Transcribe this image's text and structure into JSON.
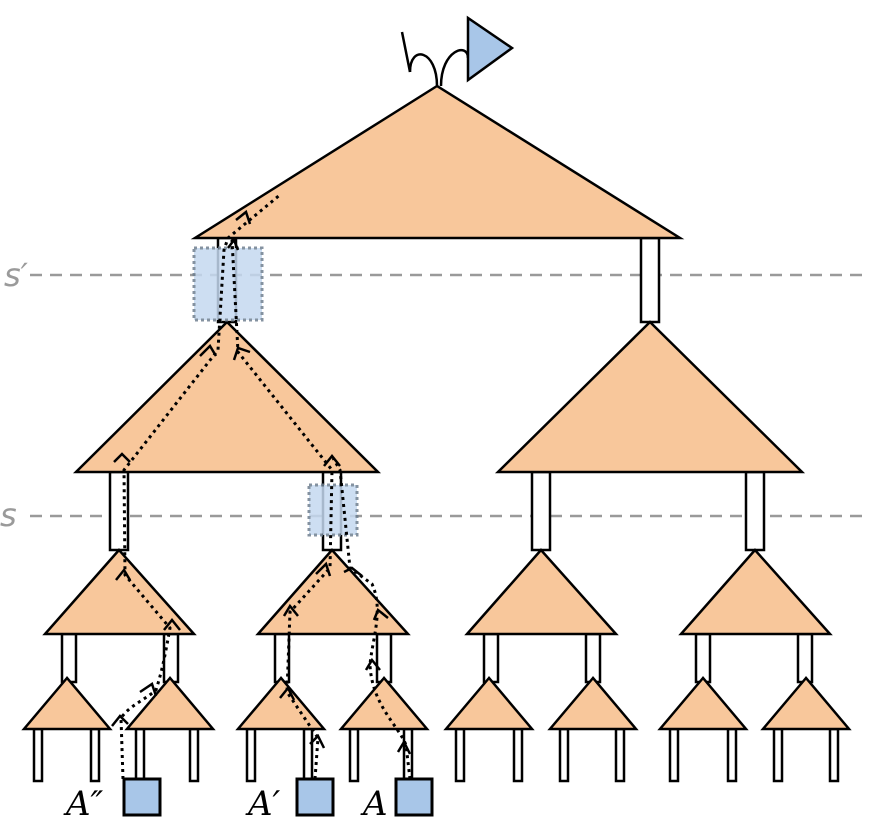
{
  "colors": {
    "tensor_fill": "#F8C79B",
    "operator_fill": "#A8C6E8",
    "highlight_fill": "#C5D9F0",
    "highlight_border": "#6F7F90",
    "cut_line": "#9A9A9A",
    "cut_label": "#9A9A9A",
    "outline": "#000000"
  },
  "cut_labels": {
    "s_prime": "s′",
    "s": "s"
  },
  "operator_labels": {
    "a_double_prime": "A″",
    "a_prime": "A′",
    "a": "A"
  },
  "icons": {
    "top_output": "triangle-state-icon",
    "top_open_leg": "open-leg-icon",
    "operators": "square-operator-icon"
  }
}
